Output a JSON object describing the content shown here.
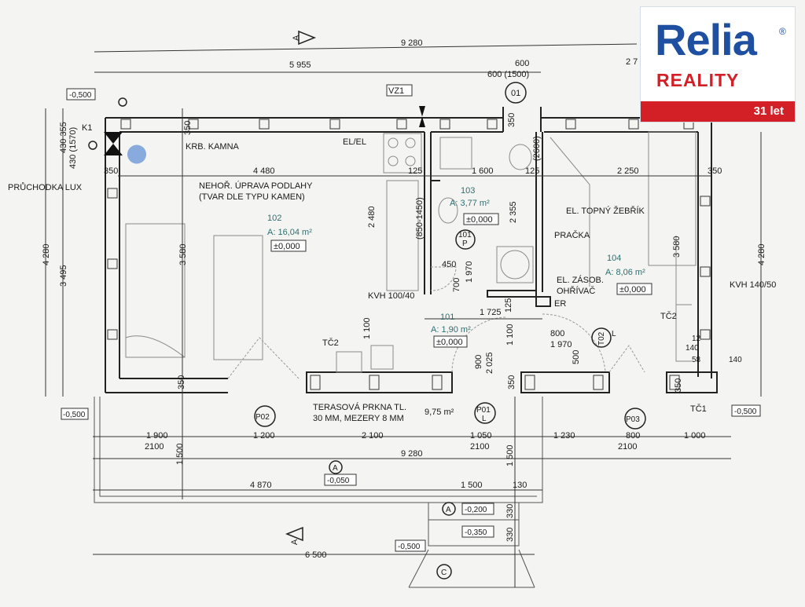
{
  "drawing": {
    "rooms": [
      {
        "id": "room-102",
        "number": "102",
        "area": "A: 16,04 m²",
        "level": "±0,000"
      },
      {
        "id": "room-103",
        "number": "103",
        "area": "A: 3,77 m²",
        "level": "±0,000"
      },
      {
        "id": "room-104",
        "number": "104",
        "area": "A: 8,06 m²",
        "level": "±0,000"
      },
      {
        "id": "room-101",
        "number": "101",
        "area": "A: 1,90 m²",
        "level": "±0,000"
      }
    ],
    "labels": {
      "krb_kamna": "KRB. KAMNA",
      "nehor_1": "NEHOŘ. ÚPRAVA PODLAHY",
      "nehor_2": "(TVAR DLE TYPU KAMEN)",
      "pruchodka": "PRŮCHODKA LUX",
      "el_el": "EL/EL",
      "topny": "EL. TOPNÝ ŽEBŘÍK",
      "pracka": "PRAČKA",
      "zasob_1": "EL. ZÁSOB.",
      "zasob_2": "OHŘÍVAČ",
      "kvh_100": "KVH 100/40",
      "kvh_140": "KVH 140/50",
      "er": "ER",
      "terasa_1": "TERASOVÁ PRKNA TL.",
      "terasa_2": "30 MM, MEZERY 8 MM",
      "terasa_area": "9,75 m²",
      "tc2": "TČ2",
      "tc1": "TČ1",
      "k1": "K1",
      "vz1": "VZ1",
      "section_a": "A",
      "grid_01": "01",
      "grid_a": "A",
      "grid_c": "C",
      "p02": "P02",
      "p01": "P01",
      "p03": "P03",
      "p01_l": "L",
      "p101": "101",
      "p101_p": "P",
      "t02": "T02",
      "t02_l": "L"
    },
    "levels": {
      "top_left": "-0,500",
      "bottom_left": "-0,500",
      "bottom_right": "-0,500",
      "terrace": "-0,050",
      "step_1": "-0,200",
      "step_2": "-0,350",
      "bottom": "-0,500"
    },
    "dims": {
      "top_total": "9 280",
      "top_right": "2 7",
      "top_5955": "5 955",
      "top_600": "600",
      "top_600_1500": "600 (1500)",
      "inner_4480": "4 480",
      "inner_1600": "1 600",
      "inner_2250": "2 250",
      "d125a": "125",
      "d125b": "125",
      "d350_left": "350",
      "d350_right": "350",
      "d350_top": "350",
      "d350_top2": "350",
      "d2600": "(2600)",
      "d2480": "2 480",
      "d2355": "2 355",
      "d850": "(850-1450)",
      "d3580_left": "3 580",
      "d3580_right": "3 580",
      "d4280_left": "4 280",
      "d4280_right": "4 280",
      "d3495": "3 495",
      "d430_355": "430 355",
      "d430_1570": "430 (1570)",
      "d450": "450",
      "d700": "700",
      "d1970a": "1 970",
      "d1725": "1 725",
      "d125c": "125",
      "d800": "800",
      "d1970b": "1 970",
      "d1100a": "1 100",
      "d1100b": "1 100",
      "d900": "900",
      "d2025": "2 025",
      "d500": "500",
      "d350_b1": "350",
      "d350_b2": "350",
      "d350_b3": "350",
      "d140a": "140",
      "d12": "12",
      "d58": "58",
      "d140b": "140",
      "b1900": "1 900",
      "b1200": "1 200",
      "b2100a": "2 100",
      "b1050": "1 050",
      "b1230": "1 230",
      "b800": "800",
      "b1000": "1 000",
      "b2100_1": "2100",
      "b2100_2": "2100",
      "b2100_3": "2100",
      "b9280": "9 280",
      "b4870": "4 870",
      "b1500": "1 500",
      "b130": "130",
      "v1500a": "1 500",
      "v1500b": "1 500",
      "v330a": "330",
      "v330b": "330",
      "b6500": "6 500"
    }
  },
  "logo": {
    "brand": "Relia",
    "reg": "®",
    "subtitle": "REALITY",
    "badge": "31 let",
    "brand_color": "#1f4fa0",
    "accent_color": "#d32027"
  }
}
